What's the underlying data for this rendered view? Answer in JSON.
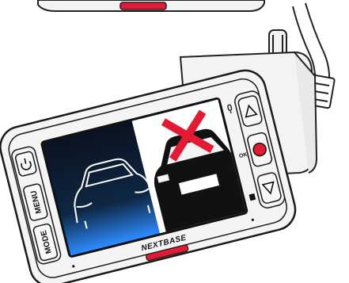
{
  "device": {
    "brand": "NEXTBASE",
    "buttons": {
      "power_icon": "power-icon",
      "menu_label": "MENU",
      "mode_label": "MODE",
      "ok_label": "OK",
      "up_icon": "triangle-up-icon",
      "down_icon": "triangle-down-icon",
      "mic_icon": "microphone-icon",
      "protect_icon": "protect-file-icon"
    }
  },
  "screen": {
    "left_view": "car-front-outline-icon",
    "right_view": "car-rear-icon",
    "overlay": "cross-mark-icon"
  },
  "colors": {
    "accent_red": "#e21a34",
    "body_gray": "#f1f1f1",
    "screen_dark": "#0b1220",
    "glow_blue": "#2d8cff"
  }
}
